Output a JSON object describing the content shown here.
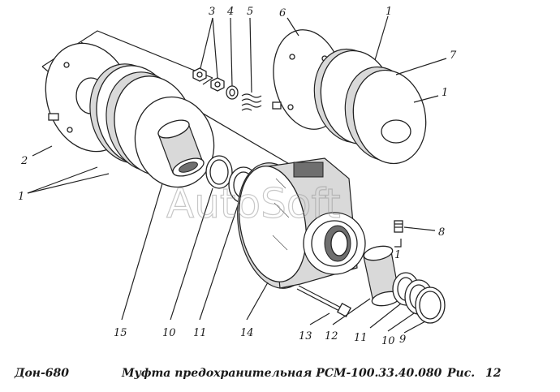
{
  "watermark": "AutoSoft",
  "caption": {
    "model": "Дон-680",
    "title": "Муфта предохранительная РСМ-100.33.40.080",
    "figure_label": "Рис.",
    "figure_number": "12"
  },
  "callouts": [
    {
      "id": "c3",
      "text": "3"
    },
    {
      "id": "c4",
      "text": "4"
    },
    {
      "id": "c5",
      "text": "5"
    },
    {
      "id": "c6",
      "text": "6"
    },
    {
      "id": "c1a",
      "text": "1"
    },
    {
      "id": "c7",
      "text": "7"
    },
    {
      "id": "c1b",
      "text": "1"
    },
    {
      "id": "c2",
      "text": "2"
    },
    {
      "id": "c1c",
      "text": "1"
    },
    {
      "id": "c8",
      "text": "8"
    },
    {
      "id": "c1d",
      "text": "1"
    },
    {
      "id": "c15",
      "text": "15"
    },
    {
      "id": "c10a",
      "text": "10"
    },
    {
      "id": "c11a",
      "text": "11"
    },
    {
      "id": "c14",
      "text": "14"
    },
    {
      "id": "c13",
      "text": "13"
    },
    {
      "id": "c12",
      "text": "12"
    },
    {
      "id": "c11b",
      "text": "11"
    },
    {
      "id": "c10b",
      "text": "10"
    },
    {
      "id": "c9",
      "text": "9"
    }
  ]
}
